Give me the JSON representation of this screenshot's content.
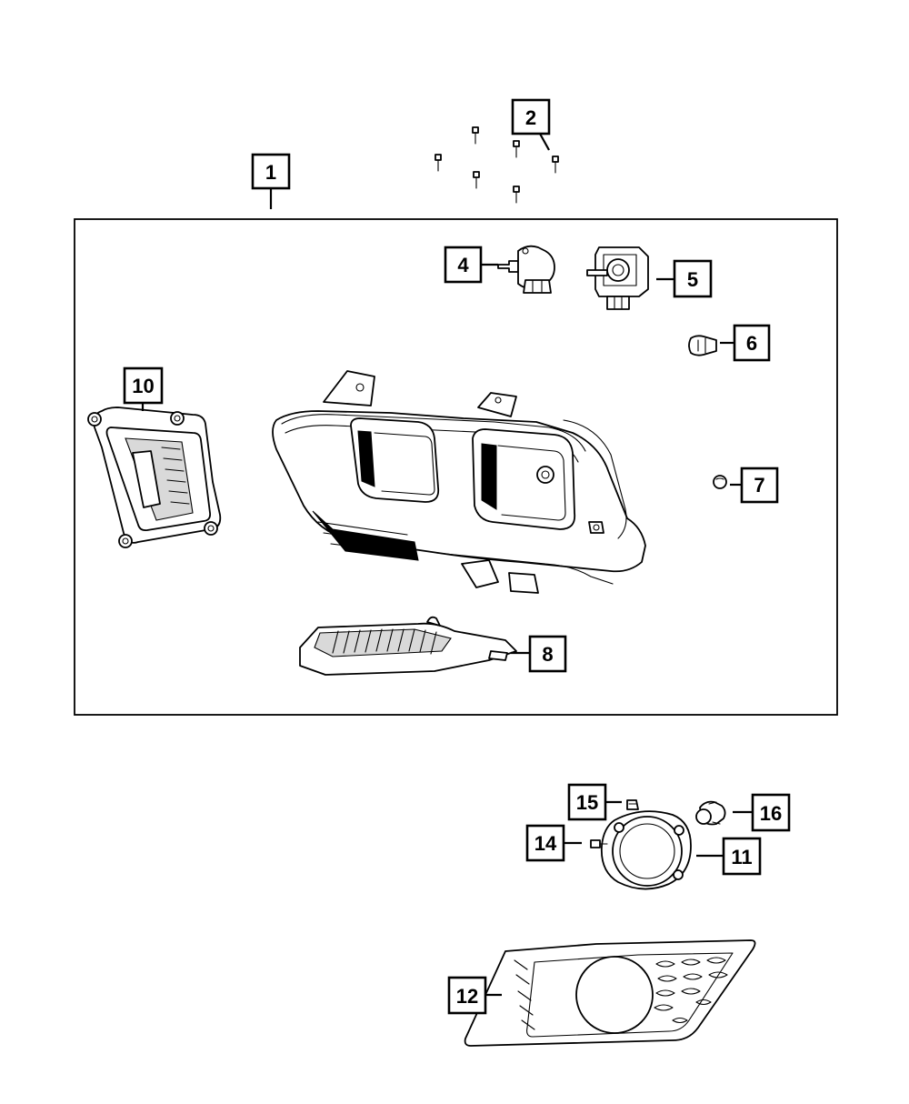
{
  "diagram": {
    "callouts": [
      {
        "id": "c1",
        "label": "1"
      },
      {
        "id": "c2",
        "label": "2"
      },
      {
        "id": "c4",
        "label": "4"
      },
      {
        "id": "c5",
        "label": "5"
      },
      {
        "id": "c6",
        "label": "6"
      },
      {
        "id": "c7",
        "label": "7"
      },
      {
        "id": "c8",
        "label": "8"
      },
      {
        "id": "c10",
        "label": "10"
      },
      {
        "id": "c11",
        "label": "11"
      },
      {
        "id": "c12",
        "label": "12"
      },
      {
        "id": "c14",
        "label": "14"
      },
      {
        "id": "c15",
        "label": "15"
      },
      {
        "id": "c16",
        "label": "16"
      }
    ],
    "colors": {
      "line": "#000000",
      "background": "#ffffff",
      "shade": "#d9d9d9"
    }
  }
}
